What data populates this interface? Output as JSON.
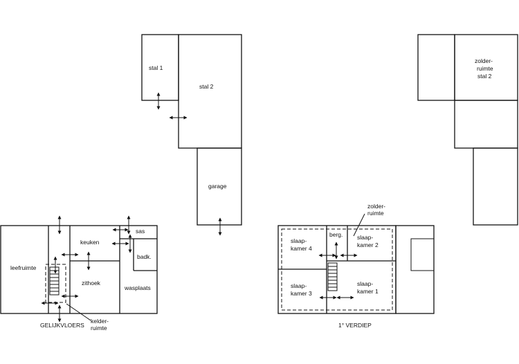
{
  "labels": {
    "stal1": "stal  1",
    "stal2": "stal 2",
    "garage": "garage",
    "zolderruimte_stal2": [
      "zolder-",
      "ruimte",
      "stal  2"
    ],
    "zolderruimte": [
      "zolder-",
      "ruimte"
    ],
    "leefruimte": "leefruimte",
    "keuken": "keuken",
    "sas": "sas",
    "badk": "badk.",
    "zithoek": "zithoek",
    "wasplaats": "wasplaats",
    "kelderruimte": [
      "kelder-",
      "ruimte"
    ],
    "gelijkvloers": "GELIJKVLOERS",
    "berg": "berg.",
    "slaapkamer1": [
      "slaap-",
      "kamer  1"
    ],
    "slaapkamer2": [
      "slaap-",
      "kamer  2"
    ],
    "slaapkamer3": [
      "slaap-",
      "kamer  3"
    ],
    "slaapkamer4": [
      "slaap-",
      "kamer  4"
    ],
    "verdiep": "1° VERDIEP"
  }
}
